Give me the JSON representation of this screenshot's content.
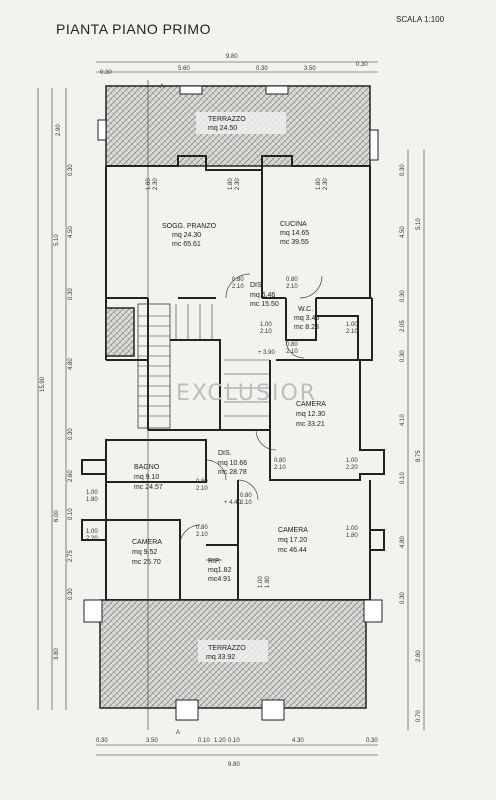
{
  "title": "PIANTA PIANO PRIMO",
  "scale": "SCALA 1:100",
  "watermark": "EXCLUSIOR",
  "section_marks": [
    "A",
    "A"
  ],
  "rooms": [
    {
      "name": "TERRAZZO",
      "line1": "mq 24.50",
      "line2": ""
    },
    {
      "name": "SOGG. PRANZO",
      "line1": "mq 24.30",
      "line2": "mc 65.61"
    },
    {
      "name": "CUCINA",
      "line1": "mq 14.65",
      "line2": "mc 39.55"
    },
    {
      "name": "DIS.",
      "line1": "mq  6.46",
      "line2": "mc 15.50"
    },
    {
      "name": "W.C.",
      "line1": "mq 3.45",
      "line2": "mc 8.28"
    },
    {
      "name": "CAMERA",
      "line1": "mq 12.30",
      "line2": "mc 33.21"
    },
    {
      "name": "BAGNO",
      "line1": "mq  9.10",
      "line2": "mc 24.57"
    },
    {
      "name": "DIS.",
      "line1": "mq 10.66",
      "line2": "mc 28.78"
    },
    {
      "name": "CAMERA",
      "line1": "mq 17.20",
      "line2": "mc 46.44"
    },
    {
      "name": "CAMERA",
      "line1": "mq  9.52",
      "line2": "mc 25.70"
    },
    {
      "name": "RIP.",
      "line1": "mq1.82",
      "line2": "mc4.91"
    },
    {
      "name": "TERRAZZO",
      "line1": "mq 33.92",
      "line2": ""
    }
  ],
  "openings": [
    {
      "w": "1.80",
      "h": "2.30"
    },
    {
      "w": "1.80",
      "h": "2.30"
    },
    {
      "w": "1.80",
      "h": "2.30"
    },
    {
      "w": "0.80",
      "h": "2.10"
    },
    {
      "w": "0.80",
      "h": "2.10"
    },
    {
      "w": "1.00",
      "h": "2.10"
    },
    {
      "w": "0.80",
      "h": "2.10"
    },
    {
      "w": "1.00",
      "h": "2.10"
    },
    {
      "w": "0.80",
      "h": "2.10"
    },
    {
      "w": "1.00",
      "h": "2.20"
    },
    {
      "w": "1.00",
      "h": "1.80"
    },
    {
      "w": "0.80",
      "h": "2.10"
    },
    {
      "w": "0.80",
      "h": "2.10"
    },
    {
      "w": "0.80",
      "h": "2.10"
    },
    {
      "w": "1.00",
      "h": "1.80"
    },
    {
      "w": "1.00",
      "h": "2.20"
    },
    {
      "w": "1.00",
      "h": "1.80"
    }
  ],
  "levels": [
    "+ 3.90",
    "+ 4.40"
  ],
  "dims_top": {
    "total": "9.80",
    "parts": [
      "0.30",
      "5.60",
      "0.30",
      "3.50",
      "0.30"
    ]
  },
  "dims_bottom": {
    "total": "9.80",
    "parts": [
      "0.30",
      "3.50",
      "0.10",
      "1.20",
      "0.10",
      "4.30",
      "0.30"
    ]
  },
  "dims_left_inner": [
    "2.90",
    "0.30",
    "4.50",
    "0.30",
    "4.80",
    "0.30",
    "2.60",
    "0.10",
    "2.75",
    "0.30"
  ],
  "dims_left_outer": [
    "5.10",
    "15.90",
    "6.00",
    "3.80"
  ],
  "dims_right_inner": [
    "0.30",
    "4.50",
    "0.30",
    "2.05",
    "0.30",
    "4.10",
    "0.10",
    "4.80",
    "0.30",
    "2.80",
    "0.70"
  ],
  "dims_right_outer": [
    "5.10",
    "8.75"
  ]
}
